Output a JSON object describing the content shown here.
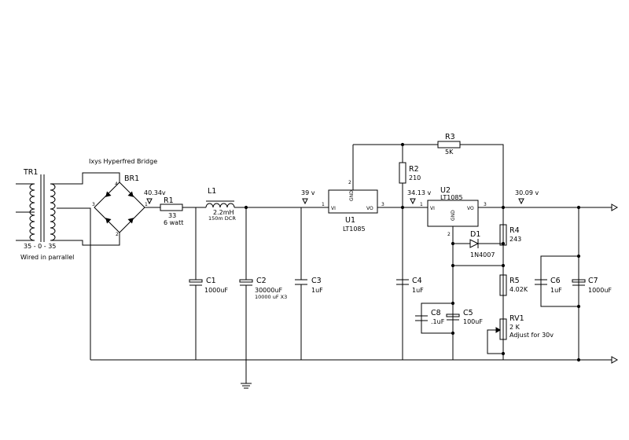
{
  "colors": {
    "wire": "#000000",
    "background": "#ffffff"
  },
  "labels": {
    "tr1_ref": "TR1",
    "tr1_value": "35 - 0 - 35",
    "tr1_note": "Wired in parrallel",
    "bridge_title": "Ixys Hyperfred Bridge",
    "br1_ref": "BR1",
    "br1_pin4": "4",
    "br1_pin3": "3",
    "br1_pin1": "1",
    "br1_pin2": "2",
    "v1": "40.34v",
    "r1_ref": "R1",
    "r1_value": "33",
    "r1_value2": "6 watt",
    "l1_ref": "L1",
    "l1_value": "2.2mH",
    "l1_value2": "150m DCR",
    "c1_ref": "C1",
    "c1_value": "1000uF",
    "c2_ref": "C2",
    "c2_value": "30000uF",
    "c2_value2": "10000 uF X3",
    "c3_ref": "C3",
    "c3_value": "1uF",
    "v2": "39 v",
    "u1_ref": "U1",
    "u1_value": "LT1085",
    "u1_vi": "VI",
    "u1_vo": "VO",
    "u1_gnd": "GND",
    "u1_pin1": "1",
    "u1_pin2": "2",
    "u1_pin3": "3",
    "r2_ref": "R2",
    "r2_value": "210",
    "r3_ref": "R3",
    "r3_value": "5K",
    "v3": "34.13 v",
    "u2_ref": "U2",
    "u2_value": "LT1085",
    "u2_vi": "VI",
    "u2_vo": "VO",
    "u2_gnd": "GND",
    "u2_pin1": "1",
    "u2_pin2": "2",
    "u2_pin3": "3",
    "v4": "30.09 v",
    "d1_ref": "D1",
    "d1_value": "1N4007",
    "r4_ref": "R4",
    "r4_value": "243",
    "c4_ref": "C4",
    "c4_value": "1uF",
    "c8_ref": "C8",
    "c8_value": ".1uF",
    "c5_ref": "C5",
    "c5_value": "100uF",
    "r5_ref": "R5",
    "r5_value": "4.02K",
    "rv1_ref": "RV1",
    "rv1_value": "2 K",
    "rv1_note": "Adjust for 30v",
    "c6_ref": "C6",
    "c6_value": "1uF",
    "c7_ref": "C7",
    "c7_value": "1000uF"
  }
}
